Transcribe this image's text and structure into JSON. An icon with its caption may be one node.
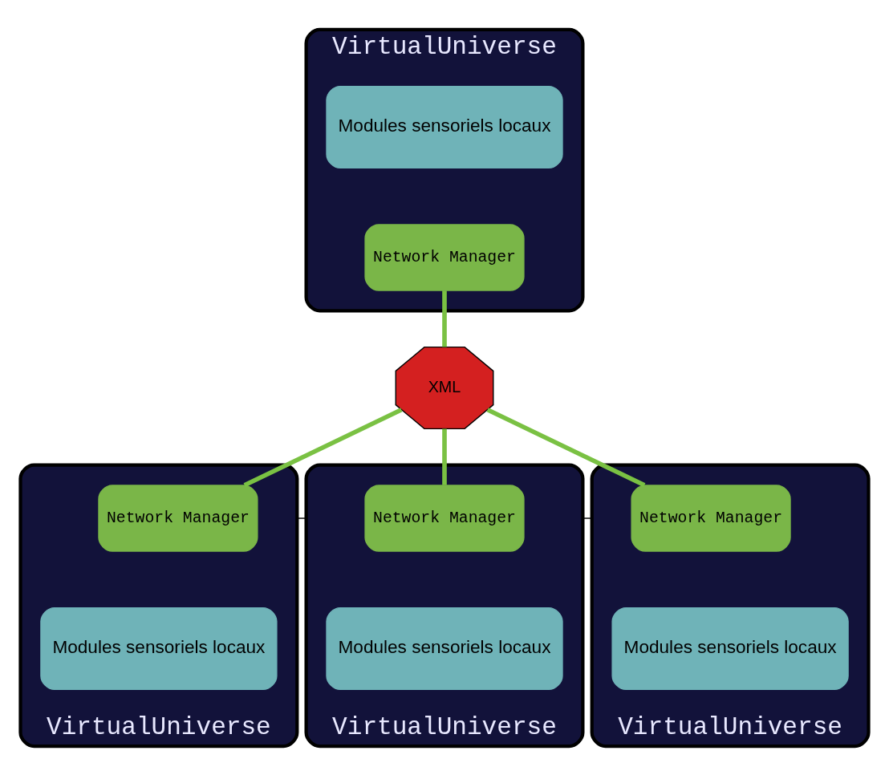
{
  "diagram": {
    "nodes": [
      {
        "text": [
          "VirtualUniverse"
        ]
      },
      {
        "text": [
          "Modules sensoriels locaux"
        ],
        "in": 0
      },
      {
        "text": [
          "Network Manager"
        ],
        "in": 0
      },
      {
        "text": [
          "XML"
        ]
      },
      {
        "text": [
          "VirtualUniverse"
        ]
      },
      {
        "text": [
          "Network Manager"
        ],
        "in": 4
      },
      {
        "text": [
          "Modules sensoriels locaux"
        ],
        "in": 4
      },
      {
        "text": [
          "VirtualUniverse"
        ]
      },
      {
        "text": [
          "Network Manager"
        ],
        "in": 7
      },
      {
        "text": [
          "Modules sensoriels locaux"
        ],
        "in": 7
      },
      {
        "text": [
          "VirtualUniverse"
        ]
      },
      {
        "text": [
          "Network Manager"
        ],
        "in": 10
      },
      {
        "text": [
          "Modules sensoriels locaux"
        ],
        "in": 10
      }
    ],
    "edges": [
      {
        "from": 2,
        "to": 3,
        "arrow": "none"
      },
      {
        "from": 3,
        "to": 5,
        "arrow": "none"
      },
      {
        "from": 3,
        "to": 8,
        "arrow": "none"
      },
      {
        "from": 3,
        "to": 11,
        "arrow": "none"
      },
      {
        "from": 4,
        "to": 7,
        "arrow": "none",
        "color": "#000000"
      },
      {
        "from": 7,
        "to": 10,
        "arrow": "none",
        "color": "#000000"
      }
    ]
  }
}
